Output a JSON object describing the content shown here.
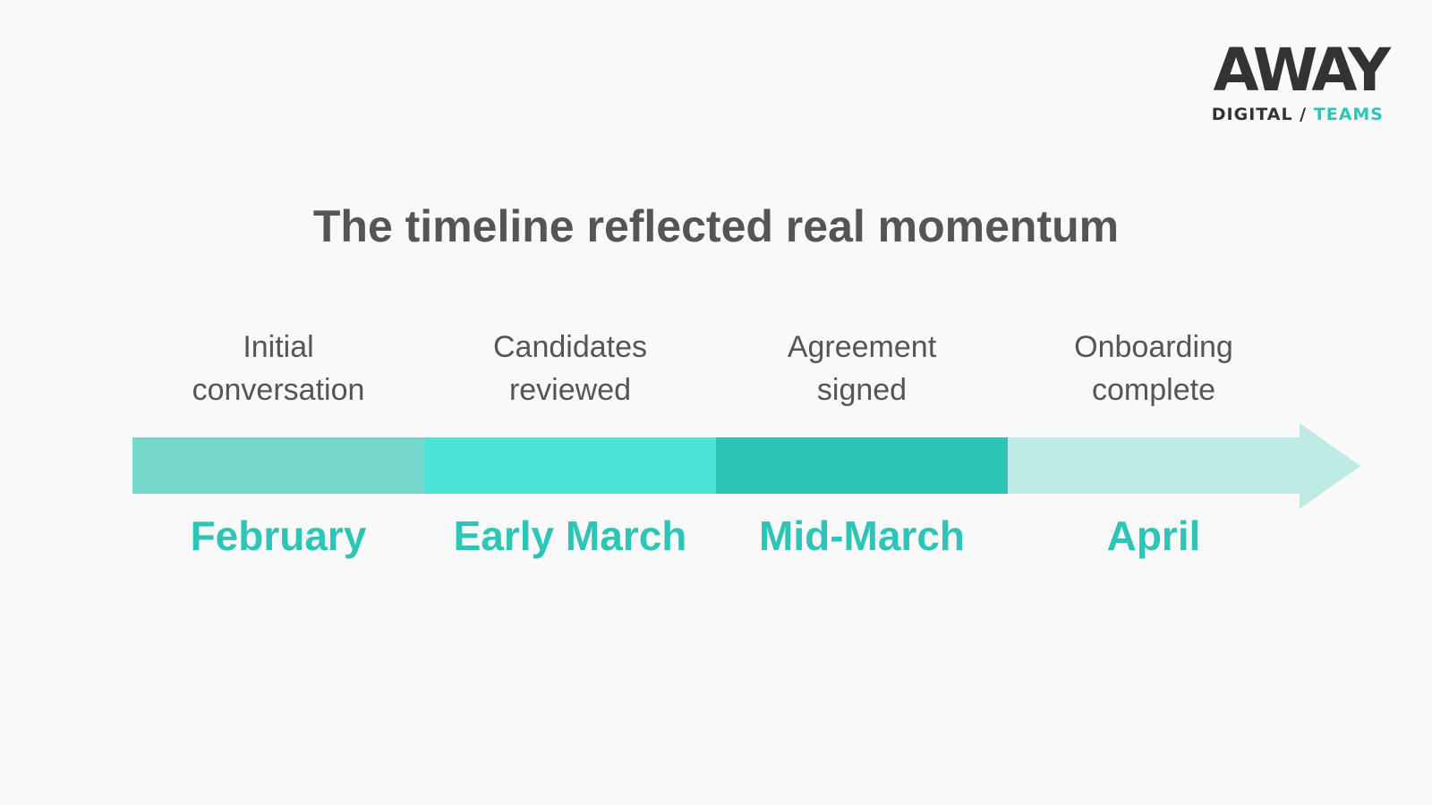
{
  "logo": {
    "wordmark": "AWAY",
    "sub_left": "DIGITAL / ",
    "sub_right": "TEAMS"
  },
  "title": "The timeline reflected real momentum",
  "chart_data": {
    "type": "timeline",
    "stages": [
      {
        "label_line1": "Initial",
        "label_line2": "conversation",
        "period": "February",
        "color": "#76d8cd"
      },
      {
        "label_line1": "Candidates",
        "label_line2": "reviewed",
        "period": "Early March",
        "color": "#4de3d9"
      },
      {
        "label_line1": "Agreement",
        "label_line2": "signed",
        "period": "Mid-March",
        "color": "#2ec4b6"
      },
      {
        "label_line1": "Onboarding",
        "label_line2": "complete",
        "period": "April",
        "color": "#bfebe5"
      }
    ]
  },
  "colors": {
    "accent": "#2ec4b6",
    "text_dark": "#555555",
    "background": "#f9f9f9"
  }
}
